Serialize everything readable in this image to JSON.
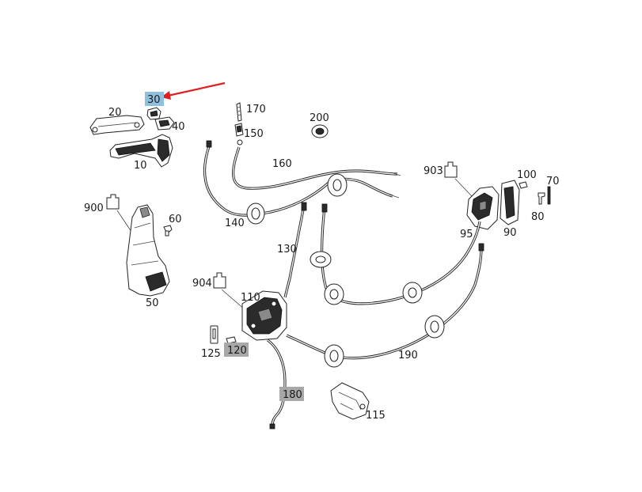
{
  "labels": {
    "p10": "10",
    "p20": "20",
    "p30": "30",
    "p40": "40",
    "p50": "50",
    "p60": "60",
    "p70": "70",
    "p80": "80",
    "p90": "90",
    "p95": "95",
    "p100": "100",
    "p110": "110",
    "p115": "115",
    "p120": "120",
    "p125": "125",
    "p130": "130",
    "p140": "140",
    "p150": "150",
    "p160": "160",
    "p170": "170",
    "p180": "180",
    "p190": "190",
    "p200": "200",
    "p900": "900",
    "p903": "903",
    "p904": "904"
  },
  "colors": {
    "highlight_selected": "#8fc1de",
    "highlight_grey": "#a8a8a8",
    "arrow": "#e02020"
  }
}
